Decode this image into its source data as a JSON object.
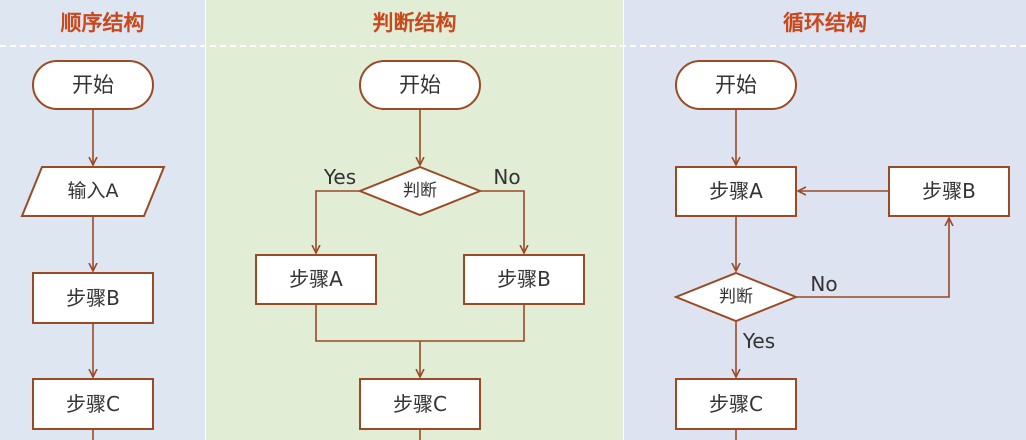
{
  "sections": {
    "sequence": {
      "title": "顺序结构"
    },
    "selection": {
      "title": "判断结构"
    },
    "loop": {
      "title": "循环结构"
    }
  },
  "sequence_flow": {
    "start": "开始",
    "input": "输入A",
    "step_b": "步骤B",
    "step_c": "步骤C"
  },
  "selection_flow": {
    "start": "开始",
    "decision": "判断",
    "yes": "Yes",
    "no": "No",
    "step_a": "步骤A",
    "step_b": "步骤B",
    "step_c": "步骤C"
  },
  "loop_flow": {
    "start": "开始",
    "step_a": "步骤A",
    "step_b": "步骤B",
    "decision": "判断",
    "no": "No",
    "yes": "Yes",
    "step_c": "步骤C"
  },
  "colors": {
    "title": "#c9481c",
    "stroke": "#9a4a25",
    "sequence_bg": "#dee6f2",
    "selection_bg": "#e2edd6",
    "loop_bg": "#dde3f0"
  }
}
